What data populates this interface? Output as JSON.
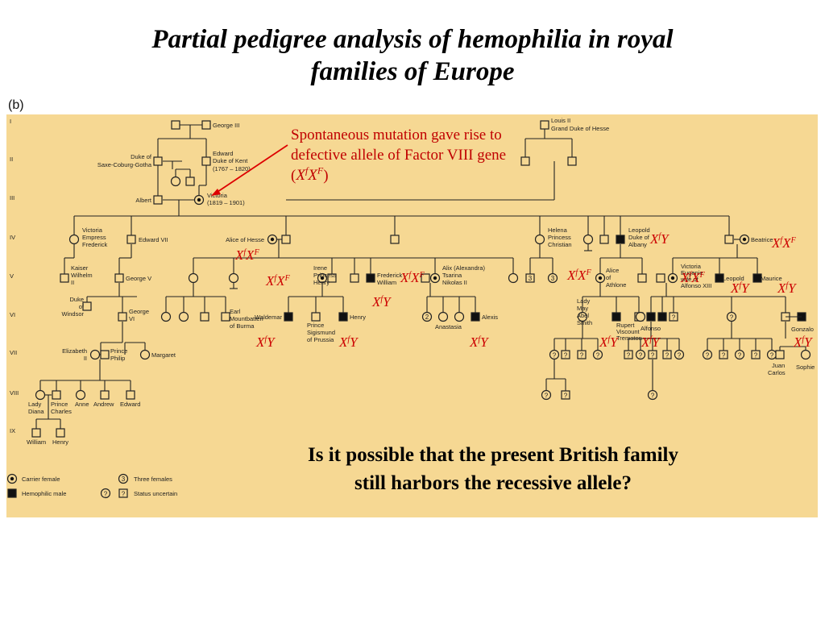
{
  "slide": {
    "title_line1": "Partial pedigree analysis of hemophilia in royal",
    "title_line2": "families of Europe",
    "panel_label": "(b)",
    "mutation_note_pre": "Spontaneous mutation gave rise to defective allele of Factor VIII gene (",
    "mutation_note_post": ")",
    "question_line1": "Is it possible that the present British family",
    "question_line2": "still harbors the recessive allele?"
  },
  "colors": {
    "panel_bg": "#f6d893",
    "genotype_red": "#cc0000",
    "line": "#222222",
    "affected": "#111111"
  },
  "pedigree": {
    "generations": [
      "I",
      "II",
      "III",
      "IV",
      "V",
      "VI",
      "VII",
      "VIII",
      "IX"
    ],
    "names": [
      "George III",
      "Duke of",
      "Saxe-Coburg-Gotha",
      "Edward",
      "Duke of Kent",
      "(1767 – 1820)",
      "Albert",
      "Victoria",
      "(1819 – 1901)",
      "Louis II",
      "Grand Duke of Hesse",
      "Victoria",
      "Empress",
      "Frederick",
      "Edward VII",
      "Alice of Hesse",
      "Helena",
      "Princess",
      "Christian",
      "Leopold",
      "Duke of",
      "Albany",
      "Beatrice",
      "Kaiser",
      "Wilhelm",
      "II",
      "George V",
      "Irene",
      "Princess",
      "Henry",
      "Frederick",
      "William",
      "Alix (Alexandra)",
      "Tsarina",
      "Nikolas II",
      "Alice",
      "of",
      "Athlone",
      "Victoria",
      "Eugenie",
      "wife of",
      "Alfonso XIII",
      "Leopold",
      "Maurice",
      "Duke",
      "of",
      "Windsor",
      "George",
      "VI",
      "Earl",
      "Mountbatten",
      "of Burma",
      "Waldemar",
      "Prince",
      "Sigismund",
      "of Prussia",
      "Henry",
      "Anastasia",
      "Alexis",
      "Lady",
      "May",
      "Abel",
      "Smith",
      "Rupert",
      "Viscount",
      "Trematon",
      "Alfonso",
      "Gonzalo",
      "Elizabeth",
      "II",
      "Prince",
      "Philip",
      "Margaret",
      "Juan",
      "Carlos",
      "Sophie",
      "Lady",
      "Diana",
      "Prince",
      "Charles",
      "Anne",
      "Andrew",
      "Edward",
      "William",
      "Henry"
    ],
    "count_labels": [
      "3",
      "3",
      "2",
      "3"
    ],
    "legend": [
      {
        "symbol": "carrier",
        "label": "Carrier female"
      },
      {
        "symbol": "affected",
        "label": "Hemophilic male"
      },
      {
        "symbol": "count",
        "count": "3",
        "label": "Three females"
      },
      {
        "symbol": "uncertain",
        "label": "Status uncertain"
      }
    ]
  },
  "genotypes": [
    {
      "kind": "XX",
      "label": "XfXF"
    },
    {
      "kind": "XX",
      "label": "XfXF"
    },
    {
      "kind": "XX",
      "label": "XfXF"
    },
    {
      "kind": "XX",
      "label": "XfXF"
    },
    {
      "kind": "XX",
      "label": "XfXF"
    },
    {
      "kind": "XX",
      "label": "XfXF"
    },
    {
      "kind": "XY",
      "label": "XfY"
    },
    {
      "kind": "XY",
      "label": "XfY"
    },
    {
      "kind": "XY",
      "label": "XfY"
    },
    {
      "kind": "XY",
      "label": "XfY"
    },
    {
      "kind": "XY",
      "label": "XfY"
    },
    {
      "kind": "XY",
      "label": "XfY"
    },
    {
      "kind": "XY",
      "label": "XfY"
    },
    {
      "kind": "XY",
      "label": "XfY"
    },
    {
      "kind": "XY",
      "label": "XfY"
    },
    {
      "kind": "XY",
      "label": "XfY"
    }
  ]
}
